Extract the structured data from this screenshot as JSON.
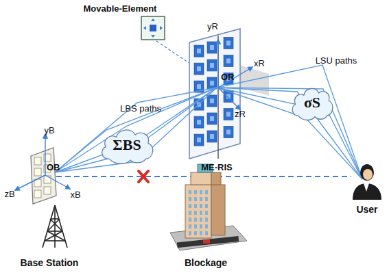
{
  "diagram": {
    "nodes": [
      {
        "text": [
          "ΣBS"
        ]
      },
      {
        "text": [
          "σS"
        ]
      }
    ],
    "labels": [
      "Movable-Element",
      "yR",
      "xR",
      "OR",
      "zR",
      "LBS paths",
      "LSU paths",
      "ME-RIS",
      "yB",
      "OB",
      "zB",
      "xB",
      "Base Station",
      "Blockage",
      "User"
    ]
  }
}
